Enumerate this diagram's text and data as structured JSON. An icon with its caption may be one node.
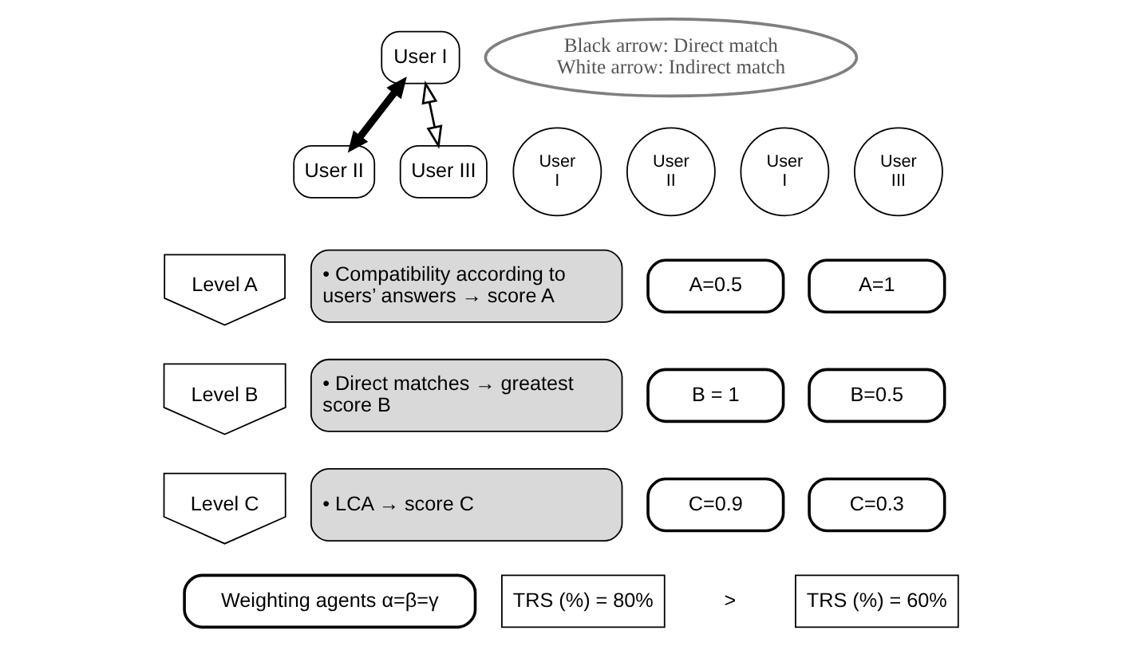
{
  "diagram": {
    "nodes": [
      {
        "text": [
          "User I"
        ]
      },
      {
        "text": [
          "User II"
        ]
      },
      {
        "text": [
          "User III"
        ]
      },
      {
        "text": [
          "Black arrow: Direct match",
          "White arrow: Indirect match"
        ]
      },
      {
        "text": [
          "Level A"
        ]
      },
      {
        "text": [
          "• Compatibility according to users’ answers → score A"
        ]
      },
      {
        "text": [
          "Level B"
        ]
      },
      {
        "text": [
          "• Direct matches → greatest score B"
        ]
      },
      {
        "text": [
          "Level C"
        ]
      },
      {
        "text": [
          "• LCA → score C"
        ]
      },
      {
        "text": [
          "Weighting agents α=β=γ"
        ]
      },
      {
        "text": [
          "User I"
        ]
      },
      {
        "text": [
          "User II"
        ]
      },
      {
        "text": [
          "User I"
        ]
      },
      {
        "text": [
          "User III"
        ]
      },
      {
        "text": [
          "A=0.5"
        ]
      },
      {
        "text": [
          "A=1"
        ]
      },
      {
        "text": [
          "B = 1"
        ]
      },
      {
        "text": [
          "B=0.5"
        ]
      },
      {
        "text": [
          "C=0.9"
        ]
      },
      {
        "text": [
          "C=0.3"
        ]
      },
      {
        "text": [
          "TRS (%) = 80%"
        ]
      },
      {
        "text": [
          "TRS (%) = 60%"
        ]
      }
    ],
    "edges": [
      {
        "from": 0,
        "to": 1,
        "arrow": "both",
        "style": "thick"
      },
      {
        "from": 0,
        "to": 2,
        "arrow": "both"
      }
    ],
    "labels": [
      ">"
    ]
  }
}
